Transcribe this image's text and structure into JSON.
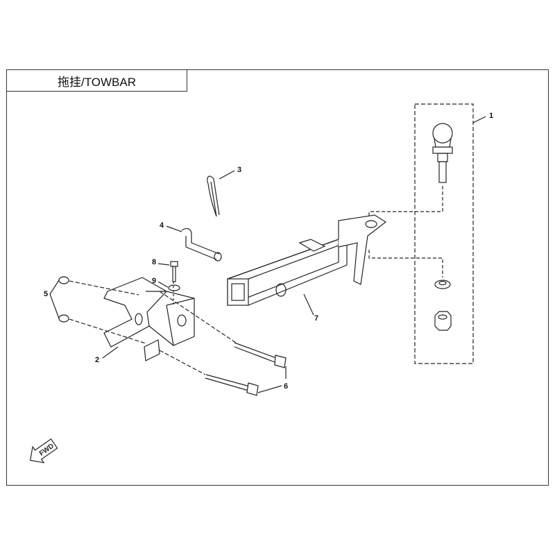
{
  "title": "拖挂/TOWBAR",
  "fwd_label": "FWD",
  "callouts": [
    "1",
    "2",
    "3",
    "4",
    "5",
    "6",
    "7",
    "8",
    "9"
  ]
}
